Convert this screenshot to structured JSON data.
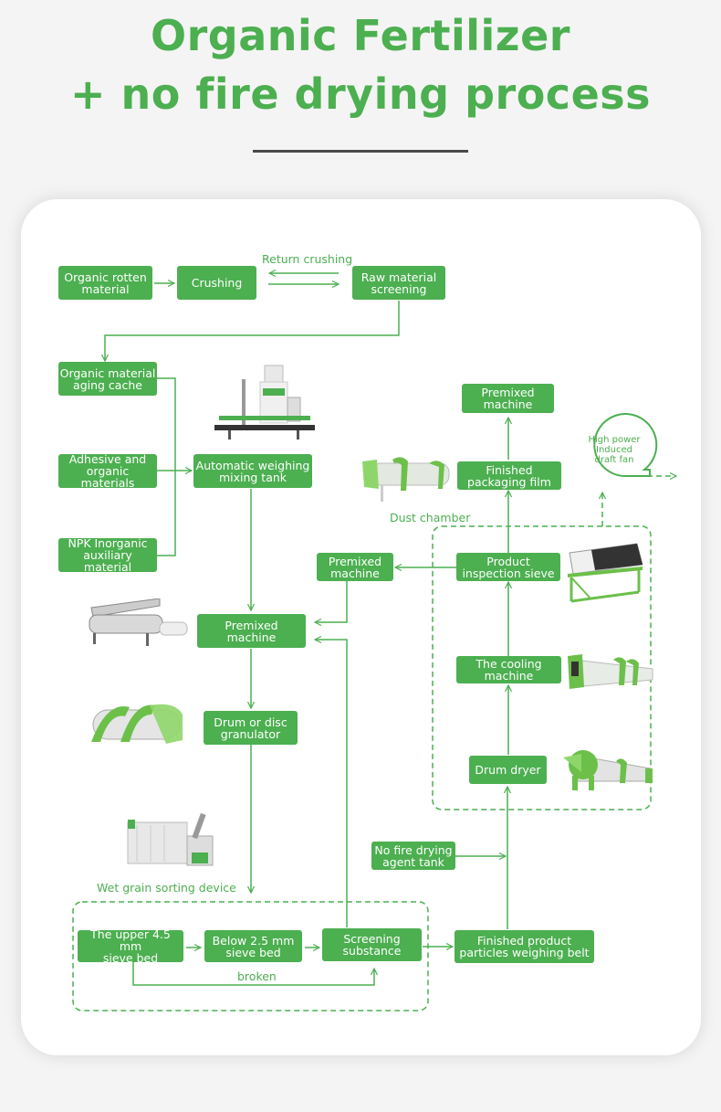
{
  "header": {
    "title_line1": "Organic Fertilizer",
    "title_line2": "+ no fire drying process"
  },
  "colors": {
    "accent": "#4caf50",
    "rule": "#4a4a4a",
    "card_bg": "#ffffff",
    "page_bg": "#f4f4f4"
  },
  "nodes": {
    "organic_rotten_material": "Organic rotten\nmaterial",
    "crushing": "Crushing",
    "raw_material_screening": "Raw material\nscreening",
    "organic_material_aging_cache": "Organic material\naging cache",
    "adhesive_organic": "Adhesive and\norganic materials",
    "npk_inorganic": "NPK Inorganic\nauxiliary material",
    "auto_weighing_mixing_tank": "Automatic weighing\nmixing tank",
    "premixed_machine_main": "Premixed\nmachine",
    "drum_disc_granulator": "Drum or disc\ngranulator",
    "upper_sieve_bed": "The upper 4.5 mm\nsieve bed",
    "below_sieve_bed": "Below 2.5 mm\nsieve bed",
    "screening_substance": "Screening\nsubstance",
    "finished_weighing_belt": "Finished product\nparticles weighing belt",
    "no_fire_drying_agent_tank": "No fire drying\nagent tank",
    "drum_dryer": "Drum dryer",
    "cooling_machine": "The cooling\nmachine",
    "product_inspection_sieve": "Product\ninspection sieve",
    "premixed_machine_return": "Premixed\nmachine",
    "finished_packaging_film": "Finished\npackaging film",
    "premixed_machine_top": "Premixed\nmachine"
  },
  "labels": {
    "return_crushing": "Return crushing",
    "dust_chamber": "Dust chamber",
    "high_power_fan": "High power\nInduced\ndraft fan",
    "wet_grain_sorting": "Wet grain sorting device",
    "broken": "broken"
  },
  "machines": [
    "weighing-packing-machine",
    "horizontal-mixer",
    "drum-granulator",
    "wet-grain-sorting-machine",
    "dust-chamber-cyclone-drum",
    "rotary-screener",
    "cooling-drum",
    "drum-dryer"
  ]
}
